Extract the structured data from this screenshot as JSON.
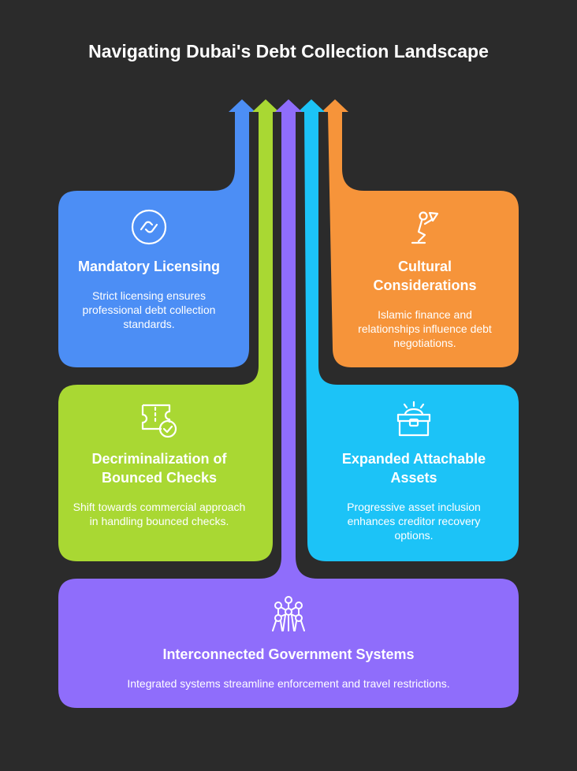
{
  "title": "Navigating Dubai's Debt Collection Landscape",
  "colors": {
    "background": "#2b2b2b",
    "blue": "#4c8ef5",
    "green": "#a9d833",
    "purple": "#8f6dfb",
    "cyan": "#1cc3f7",
    "orange": "#f6943a"
  },
  "cards": {
    "licensing": {
      "icon": "handshake-circle-icon",
      "title": "Mandatory Licensing",
      "description": "Strict licensing ensures professional debt collection standards."
    },
    "cultural": {
      "icon": "person-praying-icon",
      "title": "Cultural Considerations",
      "description": "Islamic finance and relationships influence debt negotiations."
    },
    "checks": {
      "icon": "ticket-check-icon",
      "title": "Decriminalization of Bounced Checks",
      "description": "Shift towards commercial approach in handling bounced checks."
    },
    "assets": {
      "icon": "treasure-chest-icon",
      "title": "Expanded Attachable Assets",
      "description": "Progressive asset inclusion enhances creditor recovery options."
    },
    "systems": {
      "icon": "network-structure-icon",
      "title": "Interconnected Government Systems",
      "description": "Integrated systems streamline enforcement and travel restrictions."
    }
  }
}
